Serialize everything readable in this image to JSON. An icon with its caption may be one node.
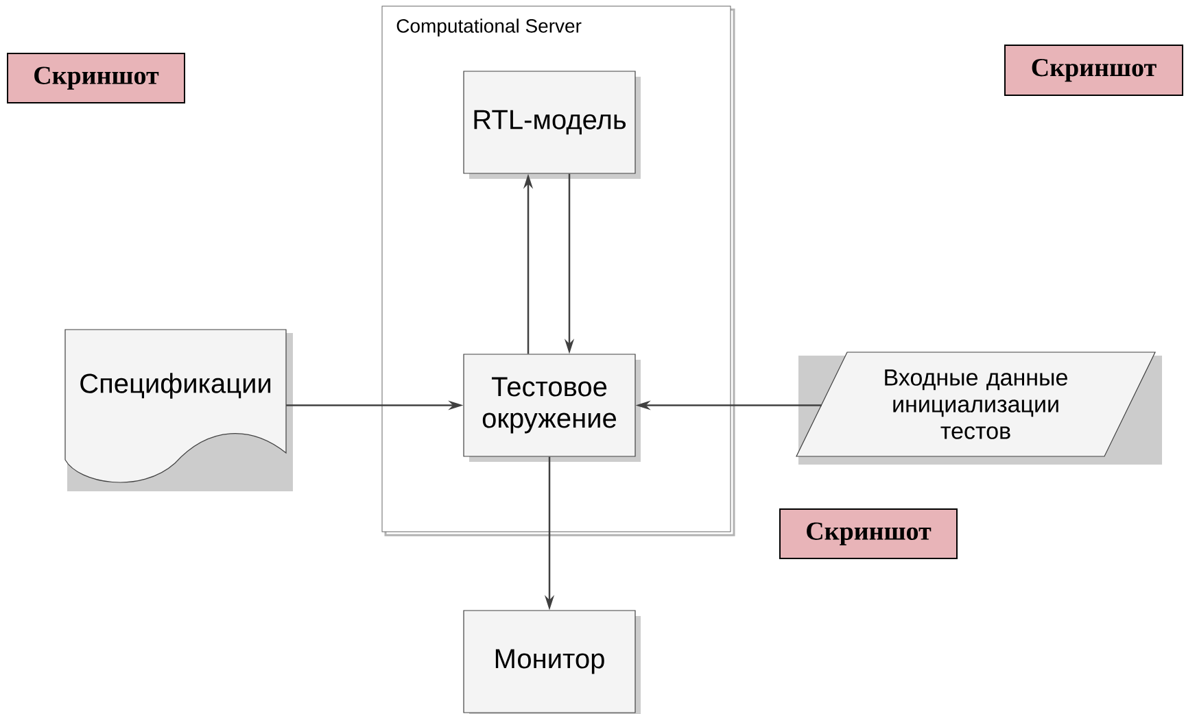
{
  "diagram": {
    "nodes": [
      {
        "text": [
          "Computational Server"
        ]
      },
      {
        "text": [
          "RTL-модель"
        ],
        "in": 0
      },
      {
        "text": [
          "Тестовое окружение"
        ],
        "in": 0
      },
      {
        "text": [
          "Спецификации"
        ]
      },
      {
        "text": [
          "Входные данные инициализации тестов"
        ]
      },
      {
        "text": [
          "Монитор"
        ]
      },
      {
        "text": [
          "Скриншот"
        ]
      },
      {
        "text": [
          "Скриншот"
        ]
      },
      {
        "text": [
          "Скриншот"
        ]
      }
    ],
    "edges": [
      {
        "from": 2,
        "to": 1,
        "arrow": "to"
      },
      {
        "from": 1,
        "to": 2,
        "arrow": "to"
      },
      {
        "from": 3,
        "to": 2,
        "arrow": "to"
      },
      {
        "from": 4,
        "to": 2,
        "arrow": "to"
      },
      {
        "from": 2,
        "to": 5,
        "arrow": "to"
      }
    ]
  }
}
